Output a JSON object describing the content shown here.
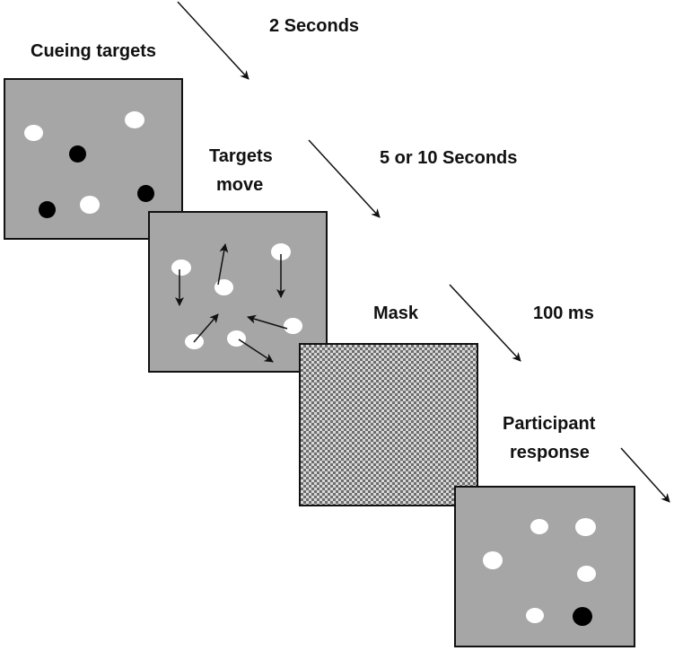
{
  "stages": [
    {
      "name": "Cueing targets",
      "duration": "2 Seconds"
    },
    {
      "name": "Targets move",
      "name_lines": [
        "Targets",
        "move"
      ],
      "duration": "5 or 10 Seconds"
    },
    {
      "name": "Mask",
      "duration": "100 ms"
    },
    {
      "name": "Participant response",
      "name_lines": [
        "Participant",
        "response"
      ]
    }
  ],
  "colors": {
    "panel": "#a6a6a6",
    "border": "#111111",
    "target": "#000000",
    "distractor": "#ffffff",
    "arrow": "#111111"
  }
}
